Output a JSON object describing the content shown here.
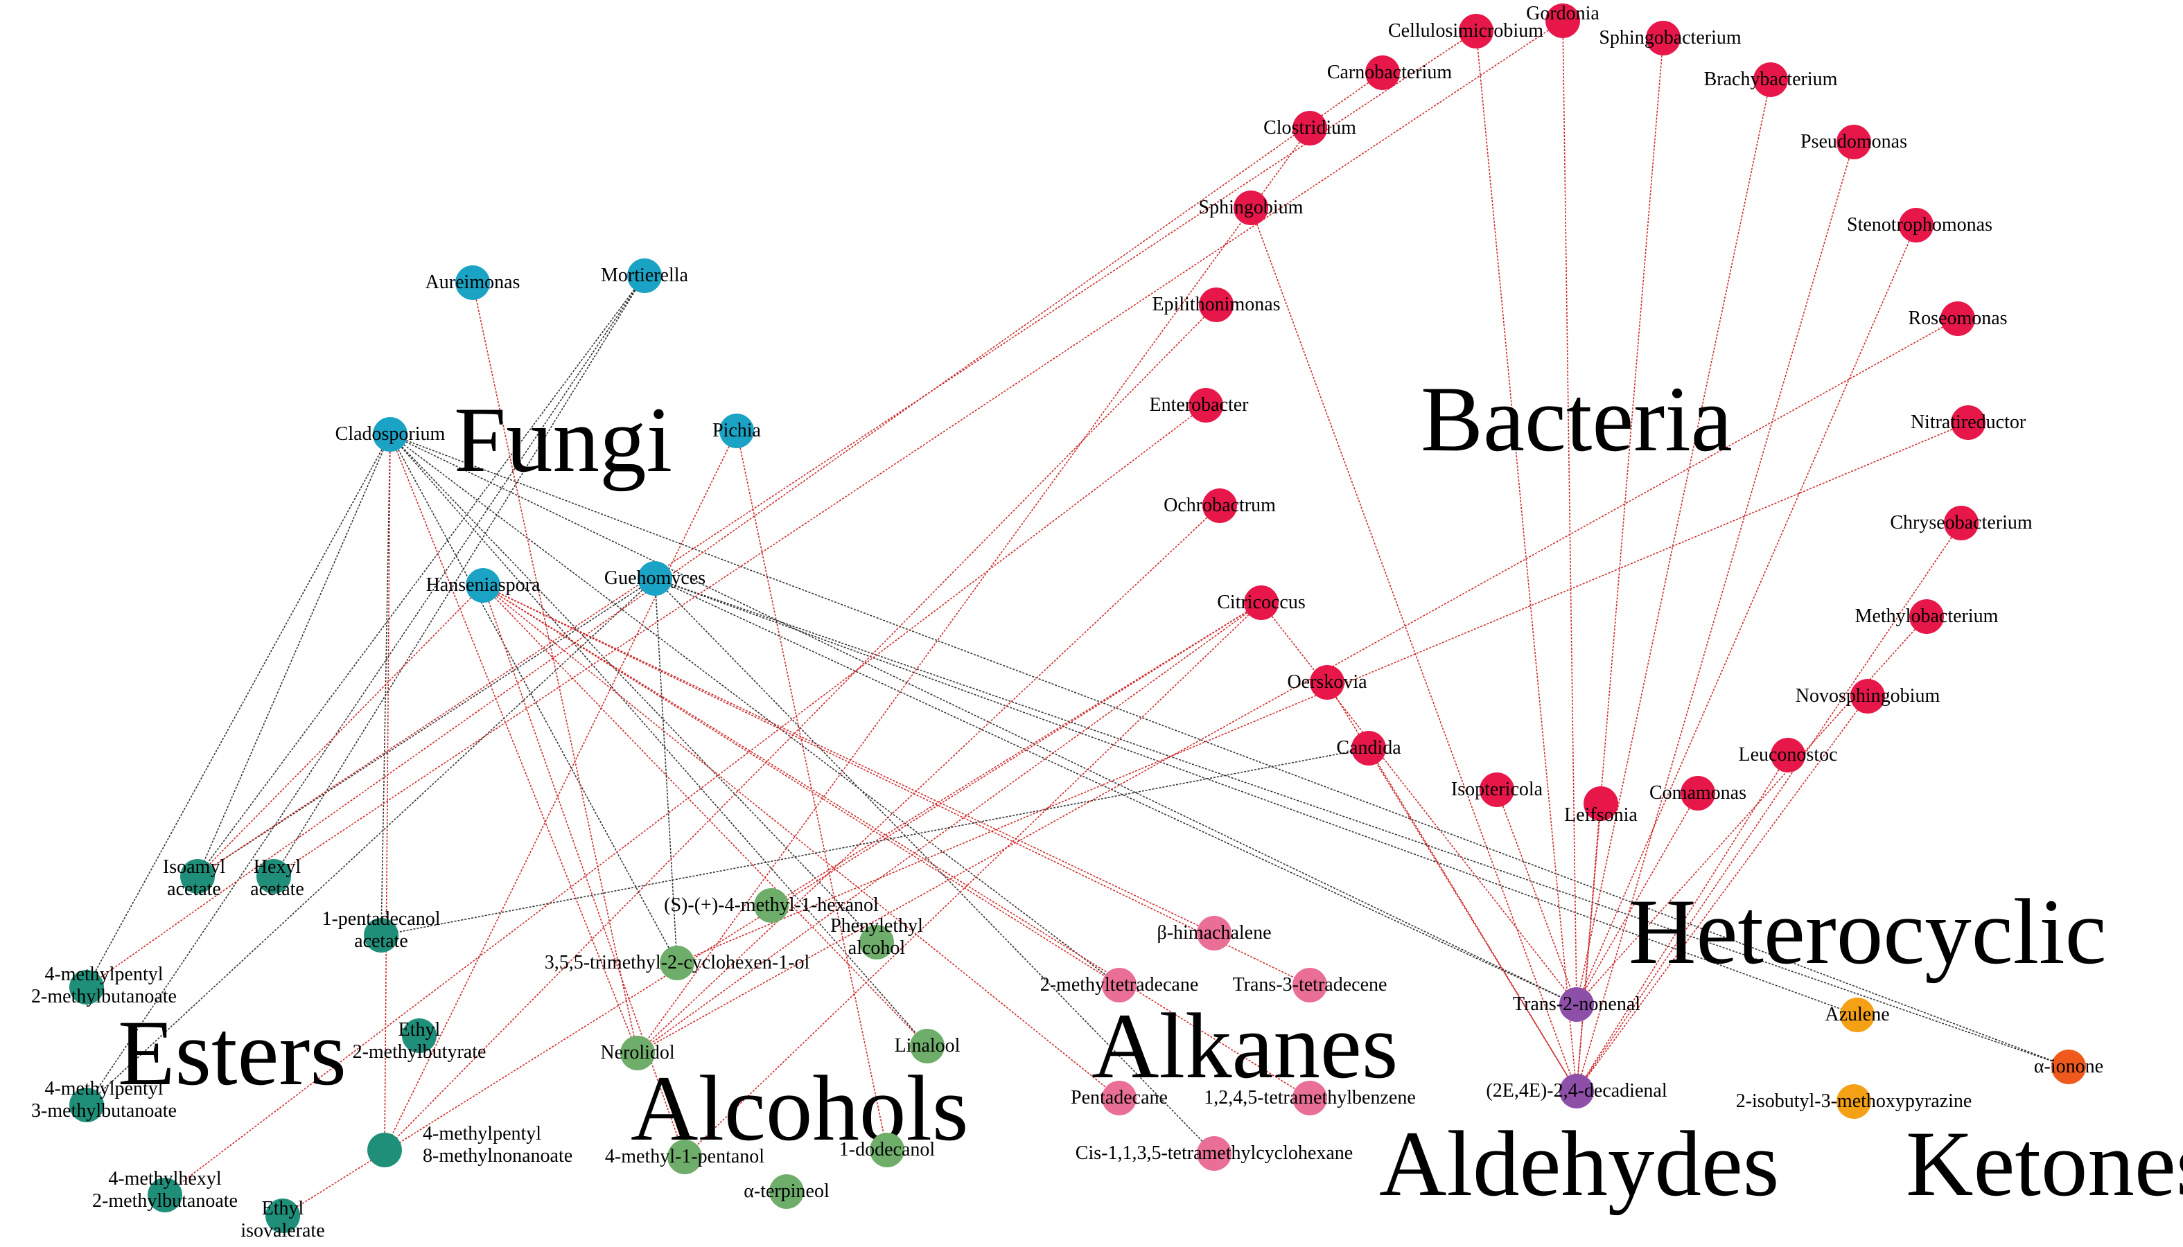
{
  "colors": {
    "bacteria": "#e8174a",
    "fungi": "#1aa3c4",
    "esters": "#1f8f7a",
    "alcohols": "#6fae6a",
    "alkanes": "#ea6f96",
    "aldehydes": "#8e4fa8",
    "heterocyclic": "#f5a116",
    "ketones": "#ef5a1c",
    "edge_positive": "#cf2b2b",
    "edge_negative": "#333333"
  },
  "group_labels": [
    "Bacteria",
    "Fungi",
    "Esters",
    "Alcohols",
    "Alkanes",
    "Aldehydes",
    "Heterocyclic",
    "Ketones"
  ],
  "nodes": {
    "gordonia": {
      "label": "Gordonia",
      "group": "bacteria"
    },
    "cellulosimicrobium": {
      "label": "Cellulosimicrobium",
      "group": "bacteria"
    },
    "sphingobacterium": {
      "label": "Sphingobacterium",
      "group": "bacteria"
    },
    "carnobacterium": {
      "label": "Carnobacterium",
      "group": "bacteria"
    },
    "brachybacterium": {
      "label": "Brachybacterium",
      "group": "bacteria"
    },
    "clostridium": {
      "label": "Clostridium",
      "group": "bacteria"
    },
    "pseudomonas": {
      "label": "Pseudomonas",
      "group": "bacteria"
    },
    "sphingobium": {
      "label": "Sphingobium",
      "group": "bacteria"
    },
    "stenotrophomonas": {
      "label": "Stenotrophomonas",
      "group": "bacteria"
    },
    "epilithonimonas": {
      "label": "Epilithonimonas",
      "group": "bacteria"
    },
    "roseomonas": {
      "label": "Roseomonas",
      "group": "bacteria"
    },
    "enterobacter": {
      "label": "Enterobacter",
      "group": "bacteria"
    },
    "nitratireductor": {
      "label": "Nitratireductor",
      "group": "bacteria"
    },
    "ochrobactrum": {
      "label": "Ochrobactrum",
      "group": "bacteria"
    },
    "chryseobacterium": {
      "label": "Chryseobacterium",
      "group": "bacteria"
    },
    "citricoccus": {
      "label": "Citricoccus",
      "group": "bacteria"
    },
    "methylobacterium": {
      "label": "Methylobacterium",
      "group": "bacteria"
    },
    "oerskovia": {
      "label": "Oerskovia",
      "group": "bacteria"
    },
    "novosphingobium": {
      "label": "Novosphingobium",
      "group": "bacteria"
    },
    "candida": {
      "label": "Candida",
      "group": "bacteria"
    },
    "leuconostoc": {
      "label": "Leuconostoc",
      "group": "bacteria"
    },
    "isoptericola": {
      "label": "Isoptericola",
      "group": "bacteria"
    },
    "leifsonia": {
      "label": "Leifsonia",
      "group": "bacteria"
    },
    "comamonas": {
      "label": "Comamonas",
      "group": "bacteria"
    },
    "aureimonas": {
      "label": "Aureimonas",
      "group": "fungi"
    },
    "mortierella": {
      "label": "Mortierella",
      "group": "fungi"
    },
    "cladosporium": {
      "label": "Cladosporium",
      "group": "fungi"
    },
    "pichia": {
      "label": "Pichia",
      "group": "fungi"
    },
    "hanseniaspora": {
      "label": "Hanseniaspora",
      "group": "fungi"
    },
    "guehomyces": {
      "label": "Guehomyces",
      "group": "fungi"
    },
    "isoamyl_acetate": {
      "label": [
        "Isoamyl",
        "acetate"
      ],
      "group": "esters"
    },
    "hexyl_acetate": {
      "label": [
        "Hexyl",
        "acetate"
      ],
      "group": "esters"
    },
    "pentadecanol_acetate": {
      "label": [
        "1-pentadecanol",
        "acetate"
      ],
      "group": "esters"
    },
    "mp_2mb": {
      "label": [
        "4-methylpentyl",
        "2-methylbutanoate"
      ],
      "group": "esters"
    },
    "ethyl_2mb": {
      "label": [
        "Ethyl",
        "2-methylbutyrate"
      ],
      "group": "esters"
    },
    "mp_3mb": {
      "label": [
        "4-methylpentyl",
        "3-methylbutanoate"
      ],
      "group": "esters"
    },
    "mp_8mn": {
      "label": [
        "4-methylpentyl",
        "8-methylnonanoate"
      ],
      "group": "esters"
    },
    "mh_2mb": {
      "label": [
        "4-methylhexyl",
        "2-methylbutanoate"
      ],
      "group": "esters"
    },
    "ethyl_isovalerate": {
      "label": [
        "Ethyl",
        "isovalerate"
      ],
      "group": "esters"
    },
    "s_4m1h": {
      "label": "(S)-(+)-4-methyl-1-hexanol",
      "group": "alcohols"
    },
    "phenylethyl_alcohol": {
      "label": [
        "Phenylethyl",
        "alcohol"
      ],
      "group": "alcohols"
    },
    "tmch": {
      "label": "3,5,5-trimethyl-2-cyclohexen-1-ol",
      "group": "alcohols"
    },
    "nerolidol": {
      "label": "Nerolidol",
      "group": "alcohols"
    },
    "linalool": {
      "label": "Linalool",
      "group": "alcohols"
    },
    "m1p": {
      "label": "4-methyl-1-pentanol",
      "group": "alcohols"
    },
    "dodecanol": {
      "label": "1-dodecanol",
      "group": "alcohols"
    },
    "terpineol": {
      "label": "α-terpineol",
      "group": "alcohols"
    },
    "himachalene": {
      "label": "β-himachalene",
      "group": "alkanes"
    },
    "mtd": {
      "label": "2-methyltetradecane",
      "group": "alkanes"
    },
    "t3t": {
      "label": "Trans-3-tetradecene",
      "group": "alkanes"
    },
    "pentadecane": {
      "label": "Pentadecane",
      "group": "alkanes"
    },
    "tmb": {
      "label": "1,2,4,5-tetramethylbenzene",
      "group": "alkanes"
    },
    "ctmch": {
      "label": "Cis-1,1,3,5-tetramethylcyclohexane",
      "group": "alkanes"
    },
    "t2n": {
      "label": "Trans-2-nonenal",
      "group": "aldehydes"
    },
    "decadienal": {
      "label": "(2E,4E)-2,4-decadienal",
      "group": "aldehydes"
    },
    "azulene": {
      "label": "Azulene",
      "group": "heterocyclic"
    },
    "ibmp": {
      "label": "2-isobutyl-3-methoxypyrazine",
      "group": "heterocyclic"
    },
    "ionone": {
      "label": "α-ionone",
      "group": "ketones"
    }
  },
  "edges": [
    [
      "cladosporium",
      "isoamyl_acetate",
      "n"
    ],
    [
      "cladosporium",
      "mp_2mb",
      "n"
    ],
    [
      "cladosporium",
      "pentadecanol_acetate",
      "n"
    ],
    [
      "cladosporium",
      "nerolidol",
      "p"
    ],
    [
      "cladosporium",
      "phenylethyl_alcohol",
      "n"
    ],
    [
      "cladosporium",
      "linalool",
      "n"
    ],
    [
      "cladosporium",
      "mtd",
      "n"
    ],
    [
      "cladosporium",
      "t2n",
      "n"
    ],
    [
      "cladosporium",
      "ionone",
      "n"
    ],
    [
      "cladosporium",
      "mp_8mn",
      "p"
    ],
    [
      "cladosporium",
      "tmch",
      "n"
    ],
    [
      "mortierella",
      "isoamyl_acetate",
      "n"
    ],
    [
      "mortierella",
      "mp_3mb",
      "n"
    ],
    [
      "mortierella",
      "hexyl_acetate",
      "n"
    ],
    [
      "aureimonas",
      "nerolidol",
      "p"
    ],
    [
      "pichia",
      "dodecanol",
      "p"
    ],
    [
      "pichia",
      "mp_8mn",
      "p"
    ],
    [
      "hanseniaspora",
      "mtd",
      "p"
    ],
    [
      "hanseniaspora",
      "pentadecane",
      "p"
    ],
    [
      "hanseniaspora",
      "himachalene",
      "p"
    ],
    [
      "hanseniaspora",
      "linalool",
      "p"
    ],
    [
      "hanseniaspora",
      "m1p",
      "p"
    ],
    [
      "hanseniaspora",
      "t3t",
      "p"
    ],
    [
      "hanseniaspora",
      "isoamyl_acetate",
      "p"
    ],
    [
      "hanseniaspora",
      "tmb",
      "p"
    ],
    [
      "guehomyces",
      "isoamyl_acetate",
      "n"
    ],
    [
      "guehomyces",
      "mp_3mb",
      "n"
    ],
    [
      "guehomyces",
      "t2n",
      "n"
    ],
    [
      "guehomyces",
      "azulene",
      "n"
    ],
    [
      "guehomyces",
      "tmch",
      "n"
    ],
    [
      "guehomyces",
      "ctmch",
      "n"
    ],
    [
      "guehomyces",
      "ionone",
      "n"
    ],
    [
      "cellulosimicrobium",
      "isoamyl_acetate",
      "p"
    ],
    [
      "gordonia",
      "hexyl_acetate",
      "p"
    ],
    [
      "carnobacterium",
      "mp_2mb",
      "p"
    ],
    [
      "clostridium",
      "nerolidol",
      "p"
    ],
    [
      "sphingobium",
      "decadienal",
      "p"
    ],
    [
      "epilithonimonas",
      "mp_8mn",
      "p"
    ],
    [
      "enterobacter",
      "mh_2mb",
      "p"
    ],
    [
      "ochrobactrum",
      "nerolidol",
      "p"
    ],
    [
      "citricoccus",
      "nerolidol",
      "p"
    ],
    [
      "citricoccus",
      "s_4m1h",
      "p"
    ],
    [
      "citricoccus",
      "m1p",
      "p"
    ],
    [
      "citricoccus",
      "ethyl_isovalerate",
      "p"
    ],
    [
      "citricoccus",
      "t2n",
      "p"
    ],
    [
      "oerskovia",
      "decadienal",
      "p"
    ],
    [
      "candida",
      "decadienal",
      "p"
    ],
    [
      "candida",
      "pentadecanol_acetate",
      "n"
    ],
    [
      "isoptericola",
      "t2n",
      "p"
    ],
    [
      "leifsonia",
      "decadienal",
      "p"
    ],
    [
      "comamonas",
      "t2n",
      "p"
    ],
    [
      "leuconostoc",
      "decadienal",
      "p"
    ],
    [
      "novosphingobium",
      "decadienal",
      "p"
    ],
    [
      "methylobacterium",
      "t2n",
      "p"
    ],
    [
      "chryseobacterium",
      "decadienal",
      "p"
    ],
    [
      "roseomonas",
      "nerolidol",
      "p"
    ],
    [
      "nitratireductor",
      "tmch",
      "p"
    ],
    [
      "stenotrophomonas",
      "t2n",
      "p"
    ],
    [
      "pseudomonas",
      "decadienal",
      "p"
    ],
    [
      "brachybacterium",
      "t2n",
      "p"
    ],
    [
      "sphingobacterium",
      "decadienal",
      "p"
    ],
    [
      "gordonia",
      "t2n",
      "p"
    ],
    [
      "cellulosimicrobium",
      "decadienal",
      "p"
    ]
  ]
}
